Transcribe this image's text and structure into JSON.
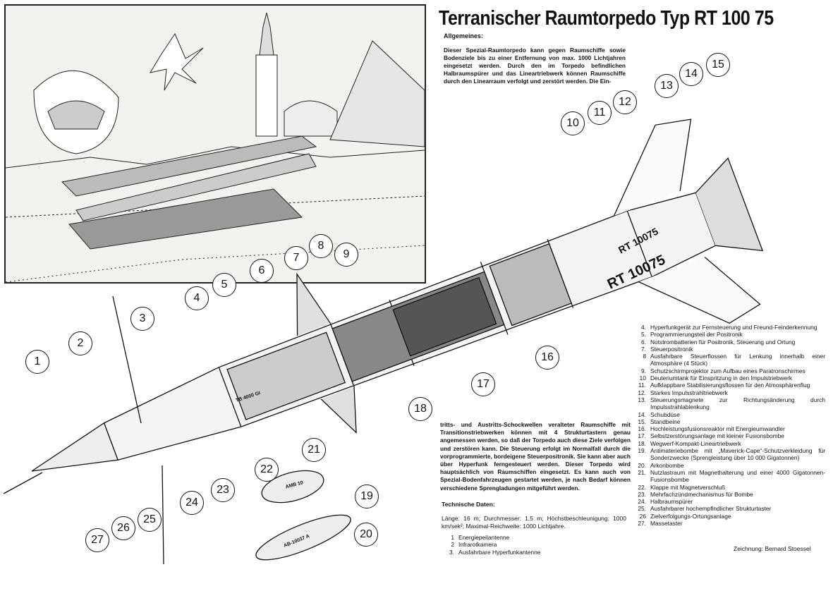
{
  "title": "Terranischer Raumtorpedo Typ RT 100 75",
  "general_heading": "Allgemeines:",
  "intro_text": "Dieser Spezial-Raumtorpedo kann gegen Raumschiffe sowie Bodenziele bis zu einer Entfernung von max. 1000 Lichtjahren eingesetzt werden. Durch den im Torpedo befindlichen Halbraumspürer und das Lineartriebwerk können Raumschiffe durch den Linearraum verfolgt und zerstört werden. Die Ein-",
  "continued_text": "tritts- und Austritts-Schockwellen veralteter Raumschiffe mit Transitionstriebwerken können mit 4 Strukturtastern genau angemessen werden, so daß der Torpedo auch diese Ziele verfolgen und zerstören kann. Die Steuerung erfolgt im Normalfall durch die vorprogrammierte, bordeigene Steuerpositronik. Sie kann aber auch über Hyperfunk ferngesteuert werden. Dieser Torpedo wird hauptsächlich von Raumschiffen eingesetzt. Es kann auch von Spezial-Bodenfahrzeugen gestartet werden, je nach Bedarf können verschiedene Sprengladungen mitgeführt werden.",
  "tech_heading": "Technische Daten:",
  "tech_text": "Länge: 16 m; Durchmesser: 1,5 m; Höchstbeschleunigung: 1000 km/sek²; Maximal-Reichweite: 1000 Lichtjahre.",
  "legend_left": [
    {
      "n": "1",
      "t": "Energiepeilantenne"
    },
    {
      "n": "2",
      "t": "Infrarotkamera"
    },
    {
      "n": "3.",
      "t": "Ausfahrbare Hyperfunkantenne"
    }
  ],
  "legend_right": [
    {
      "n": "4.",
      "t": "Hyperfunkgerät zur Fernsteuerung und Freund-Feinderkennung"
    },
    {
      "n": "5.",
      "t": "Programmierungsteil der Positronik"
    },
    {
      "n": "6.",
      "t": "Notstrombatterien für Positronik, Steuerung und Ortung"
    },
    {
      "n": "7.",
      "t": "Steuerpositronik"
    },
    {
      "n": "8",
      "t": "Ausfahrbare Steuerflossen für Lenkung innerhalb einer Atmosphäre (4 Stück)"
    },
    {
      "n": "9.",
      "t": "Schutzschirmprojektor zum Aufbau eines Paratronschirmes"
    },
    {
      "n": "10",
      "t": "Deuteriumtank für Einspritzung in den Impulstriebwerk"
    },
    {
      "n": "11.",
      "t": "Aufklappbare Stabilisierungsflossen für den Atmosphärenflug"
    },
    {
      "n": "12.",
      "t": "Starkes Impulsstrahltriebwerk"
    },
    {
      "n": "13.",
      "t": "Steuerungsmagnete zur Richtungsänderung durch Impulsstrahlablenkung"
    },
    {
      "n": "14.",
      "t": "Schubdüse"
    },
    {
      "n": "15.",
      "t": "Standbeine"
    },
    {
      "n": "16.",
      "t": "Hochleistungsfusionsreaktor mit Energieumwandler"
    },
    {
      "n": "17.",
      "t": "Selbstzerstörungsanlage mit kleiner Fusionsbombe"
    },
    {
      "n": "18.",
      "t": "Wegwerf-Kompakt-Lineartriebwerk"
    },
    {
      "n": "19.",
      "t": "Antimateriebombe mit „Maverick-Cape“-Schutzverkleidung für Sonderzwecke (Sprengleistung über 10 000 Gigatonnen)"
    },
    {
      "n": "20.",
      "t": "Arkonbombe"
    },
    {
      "n": "21.",
      "t": "Nutzlastraum mit Magnethalterung und einer 4000 Gigatonnen-Fusionsbombe"
    },
    {
      "n": "22.",
      "t": "Klappe mit Magnetverschluß"
    },
    {
      "n": "23.",
      "t": "Mehrfachzündmechanismus für Bombe"
    },
    {
      "n": "24.",
      "t": "Halbraumspürer"
    },
    {
      "n": "25.",
      "t": "Ausfahrbarer hochempfindlicher Strukturtaster"
    },
    {
      "n": "26",
      "t": "Zielverfolgungs-Ortungsanlage"
    },
    {
      "n": "27.",
      "t": "Massetaster"
    }
  ],
  "credit": "Zeichnung: Bernard Stoessel",
  "hull_markings": {
    "tail_1": "RT 10075",
    "tail_2": "RT 10075",
    "bomb_21": "TB 4000 GI",
    "bomb_19": "AMB 10",
    "bomb_20": "AB-10037 A"
  },
  "callouts": [
    "1",
    "2",
    "3",
    "4",
    "5",
    "6",
    "7",
    "8",
    "9",
    "10",
    "11",
    "12",
    "13",
    "14",
    "15",
    "16",
    "17",
    "18",
    "19",
    "20",
    "21",
    "22",
    "23",
    "24",
    "25",
    "26",
    "27"
  ]
}
